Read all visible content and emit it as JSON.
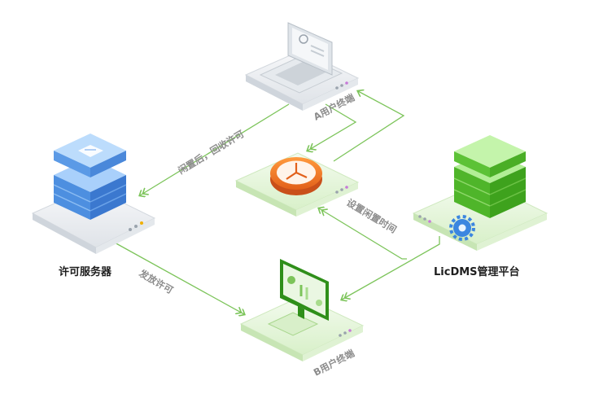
{
  "nodes": {
    "license_server": {
      "label": "许可服务器"
    },
    "client_a": {
      "label": "A用户终端"
    },
    "client_b": {
      "label": "B用户终端"
    },
    "licdms": {
      "label": "LicDMS管理平台"
    }
  },
  "edges": {
    "idle_recycle": {
      "label": "闲置后，回收许可"
    },
    "issue_license": {
      "label": "发放许可"
    },
    "set_idle_time": {
      "label": "设置闲置时间"
    }
  },
  "colors": {
    "connector": "#7cc45a",
    "server_blue": "#4a90e2",
    "platform_green": "#52c41a",
    "clock_orange": "#f27a21",
    "base_green": "#e9f7e1",
    "base_gray": "#eef1f3"
  },
  "icons": [
    "server-stack-icon",
    "laptop-icon",
    "clock-icon",
    "monitor-icon",
    "gear-icon"
  ]
}
